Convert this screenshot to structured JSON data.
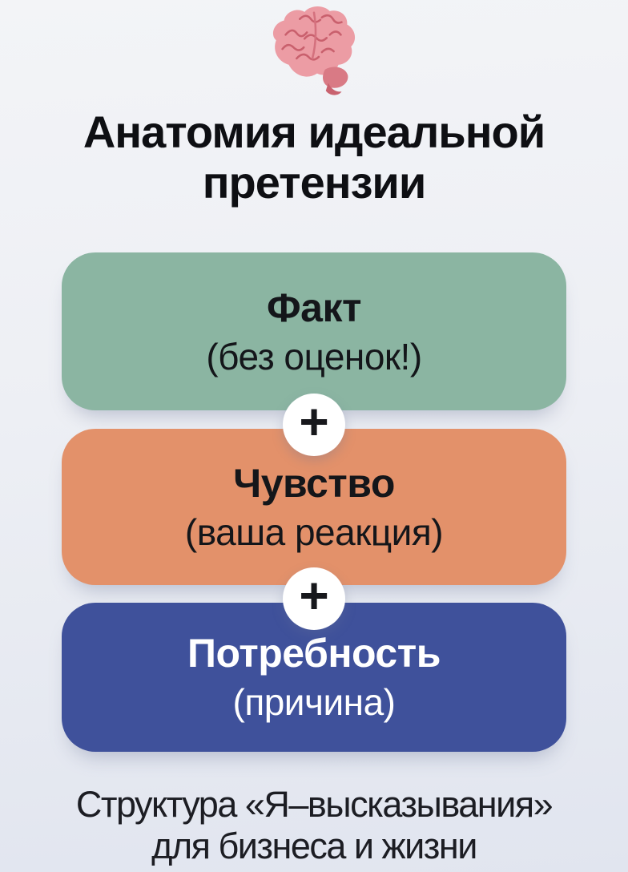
{
  "page": {
    "background_top_color": "#f3f4f7",
    "background_bottom_color": "#e1e5ef"
  },
  "header": {
    "emoji_name": "brain-emoji",
    "title_line1": "Анатомия идеальной",
    "title_line2": "претензии",
    "title_color": "#0e0f13"
  },
  "formula": {
    "connector_symbol": "+",
    "blocks": [
      {
        "title": "Факт",
        "subtitle": "(без оценок!)",
        "color": "#8bb5a2",
        "text_color": "#14161a"
      },
      {
        "title": "Чувство",
        "subtitle": "(ваша реакция)",
        "color": "#e3916a",
        "text_color": "#14161a"
      },
      {
        "title": "Потребность",
        "subtitle": "(причина)",
        "color": "#3f519b",
        "text_color": "#ffffff"
      }
    ]
  },
  "footer": {
    "caption_line1": "Структура «Я–высказывания»",
    "caption_line2": "для бизнеса и жизни"
  }
}
